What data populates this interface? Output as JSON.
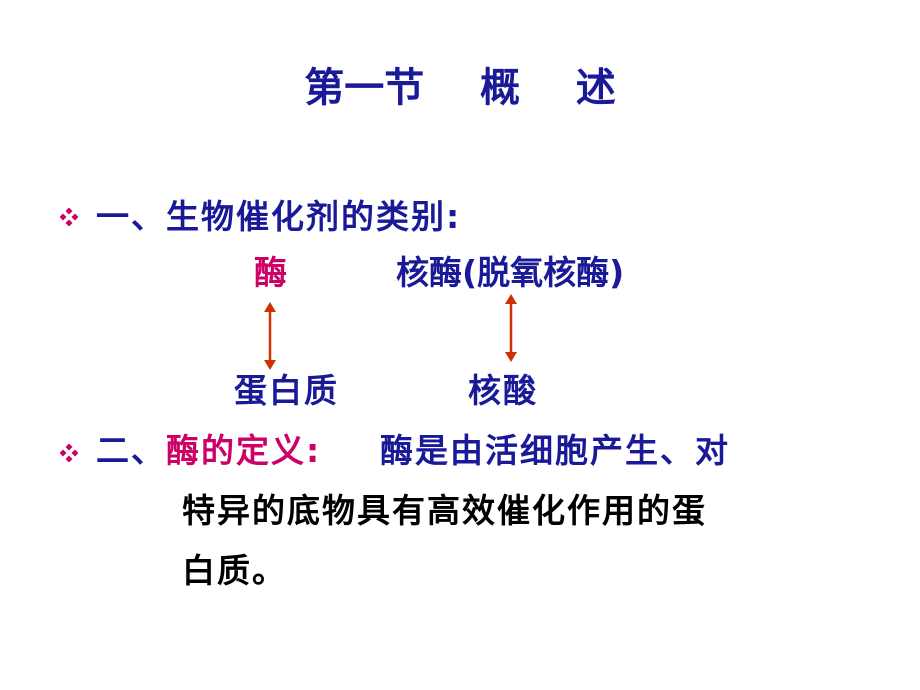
{
  "colors": {
    "navy": "#1a1a99",
    "magenta": "#cc0066",
    "black": "#000000",
    "arrow": "#cc3300",
    "bullet": "#cc0066"
  },
  "title": "第一节    概    述",
  "section1": {
    "bullet_icon": "diamond-bullet-icon",
    "heading": "一、生物催化剂的类别:",
    "enzyme": "酶",
    "ribozyme": "核酶(脱氧核酶)",
    "protein": "蛋白质",
    "nucleic_acid": "核酸"
  },
  "section2": {
    "bullet_icon": "diamond-bullet-icon",
    "number": "二、",
    "term": "酶的定义:",
    "def_line1": "酶是由活细胞产生、对",
    "def_line2": "特异的底物具有高效催化作用的蛋",
    "def_line3": "白质。"
  }
}
